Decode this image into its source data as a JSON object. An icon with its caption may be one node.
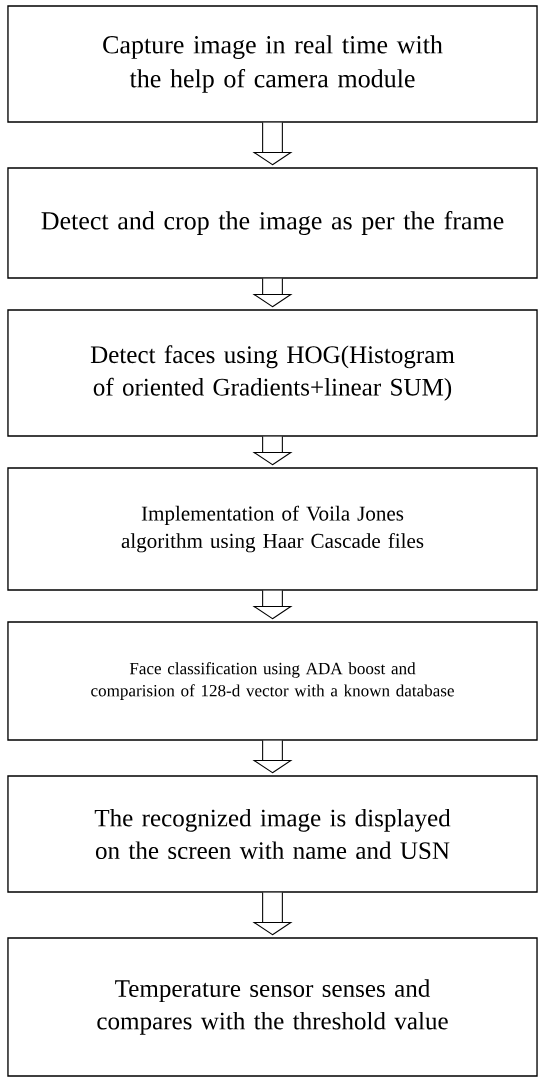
{
  "diagram": {
    "nodes": [
      {
        "text": [
          "Capture image in real time with the help of camera module"
        ]
      },
      {
        "text": [
          "Detect and crop the image as per the frame"
        ]
      },
      {
        "text": [
          "Detect faces using HOG(Histogram of oriented Gradients+linear SUM)"
        ]
      },
      {
        "text": [
          "Implementation of Voila Jones algorithm using Haar Cascade files"
        ]
      },
      {
        "text": [
          "Face classification using ADA boost and comparision of 128-d vector with a known database"
        ]
      },
      {
        "text": [
          "The recognized image is displayed on the screen with name and USN"
        ]
      },
      {
        "text": [
          "Temperature sensor senses and compares with the threshold value"
        ]
      }
    ],
    "edges": [
      {
        "from": 0,
        "to": 1,
        "arrow": "to"
      },
      {
        "from": 1,
        "to": 2,
        "arrow": "to"
      },
      {
        "from": 2,
        "to": 3,
        "arrow": "to"
      },
      {
        "from": 3,
        "to": 4,
        "arrow": "to"
      },
      {
        "from": 4,
        "to": 5,
        "arrow": "to"
      },
      {
        "from": 5,
        "to": 6,
        "arrow": "to"
      }
    ]
  }
}
